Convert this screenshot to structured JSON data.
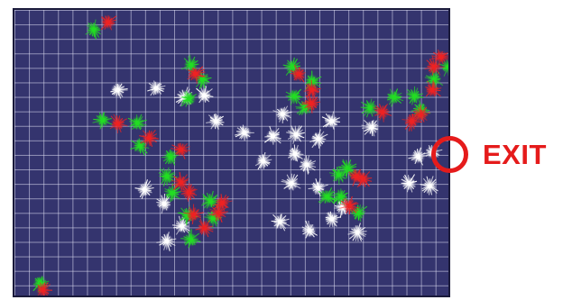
{
  "exit": {
    "label": "EXIT",
    "color": "#e51b1b"
  },
  "board": {
    "background": "#34346e",
    "grid_line": "#e1e1f5"
  },
  "spark_colors": {
    "white": "#ffffff",
    "green": "#22dd22",
    "red": "#ee2222"
  },
  "counts": {
    "white": 30,
    "green": 30,
    "red": 24
  }
}
